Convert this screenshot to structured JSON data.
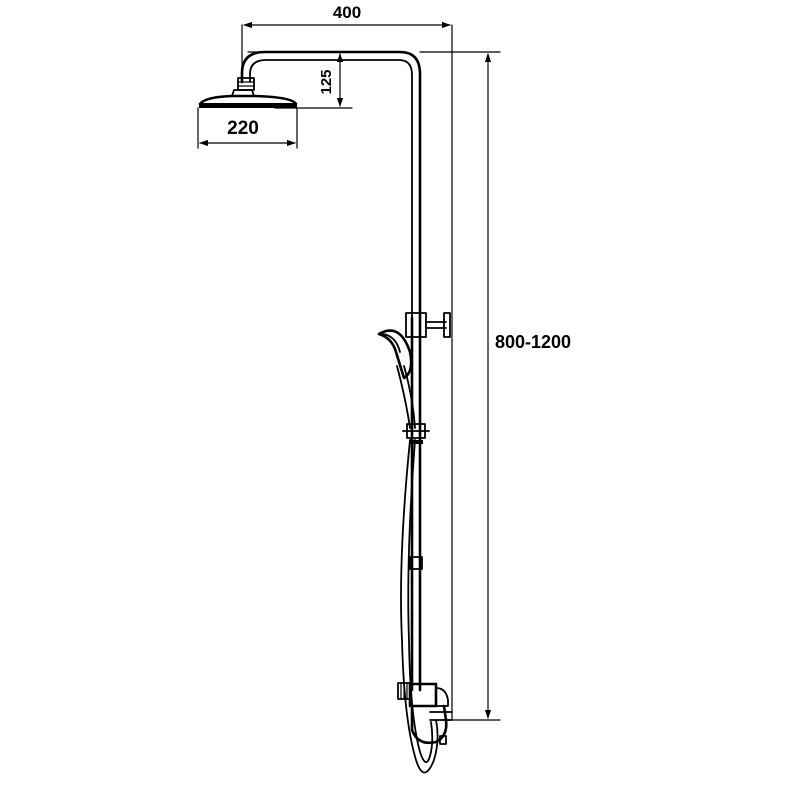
{
  "dimensions": {
    "arm_length": "400",
    "drop_height": "125",
    "head_diameter": "220",
    "rail_height": "800-1200"
  },
  "colors": {
    "line": "#000000",
    "background": "#ffffff"
  }
}
